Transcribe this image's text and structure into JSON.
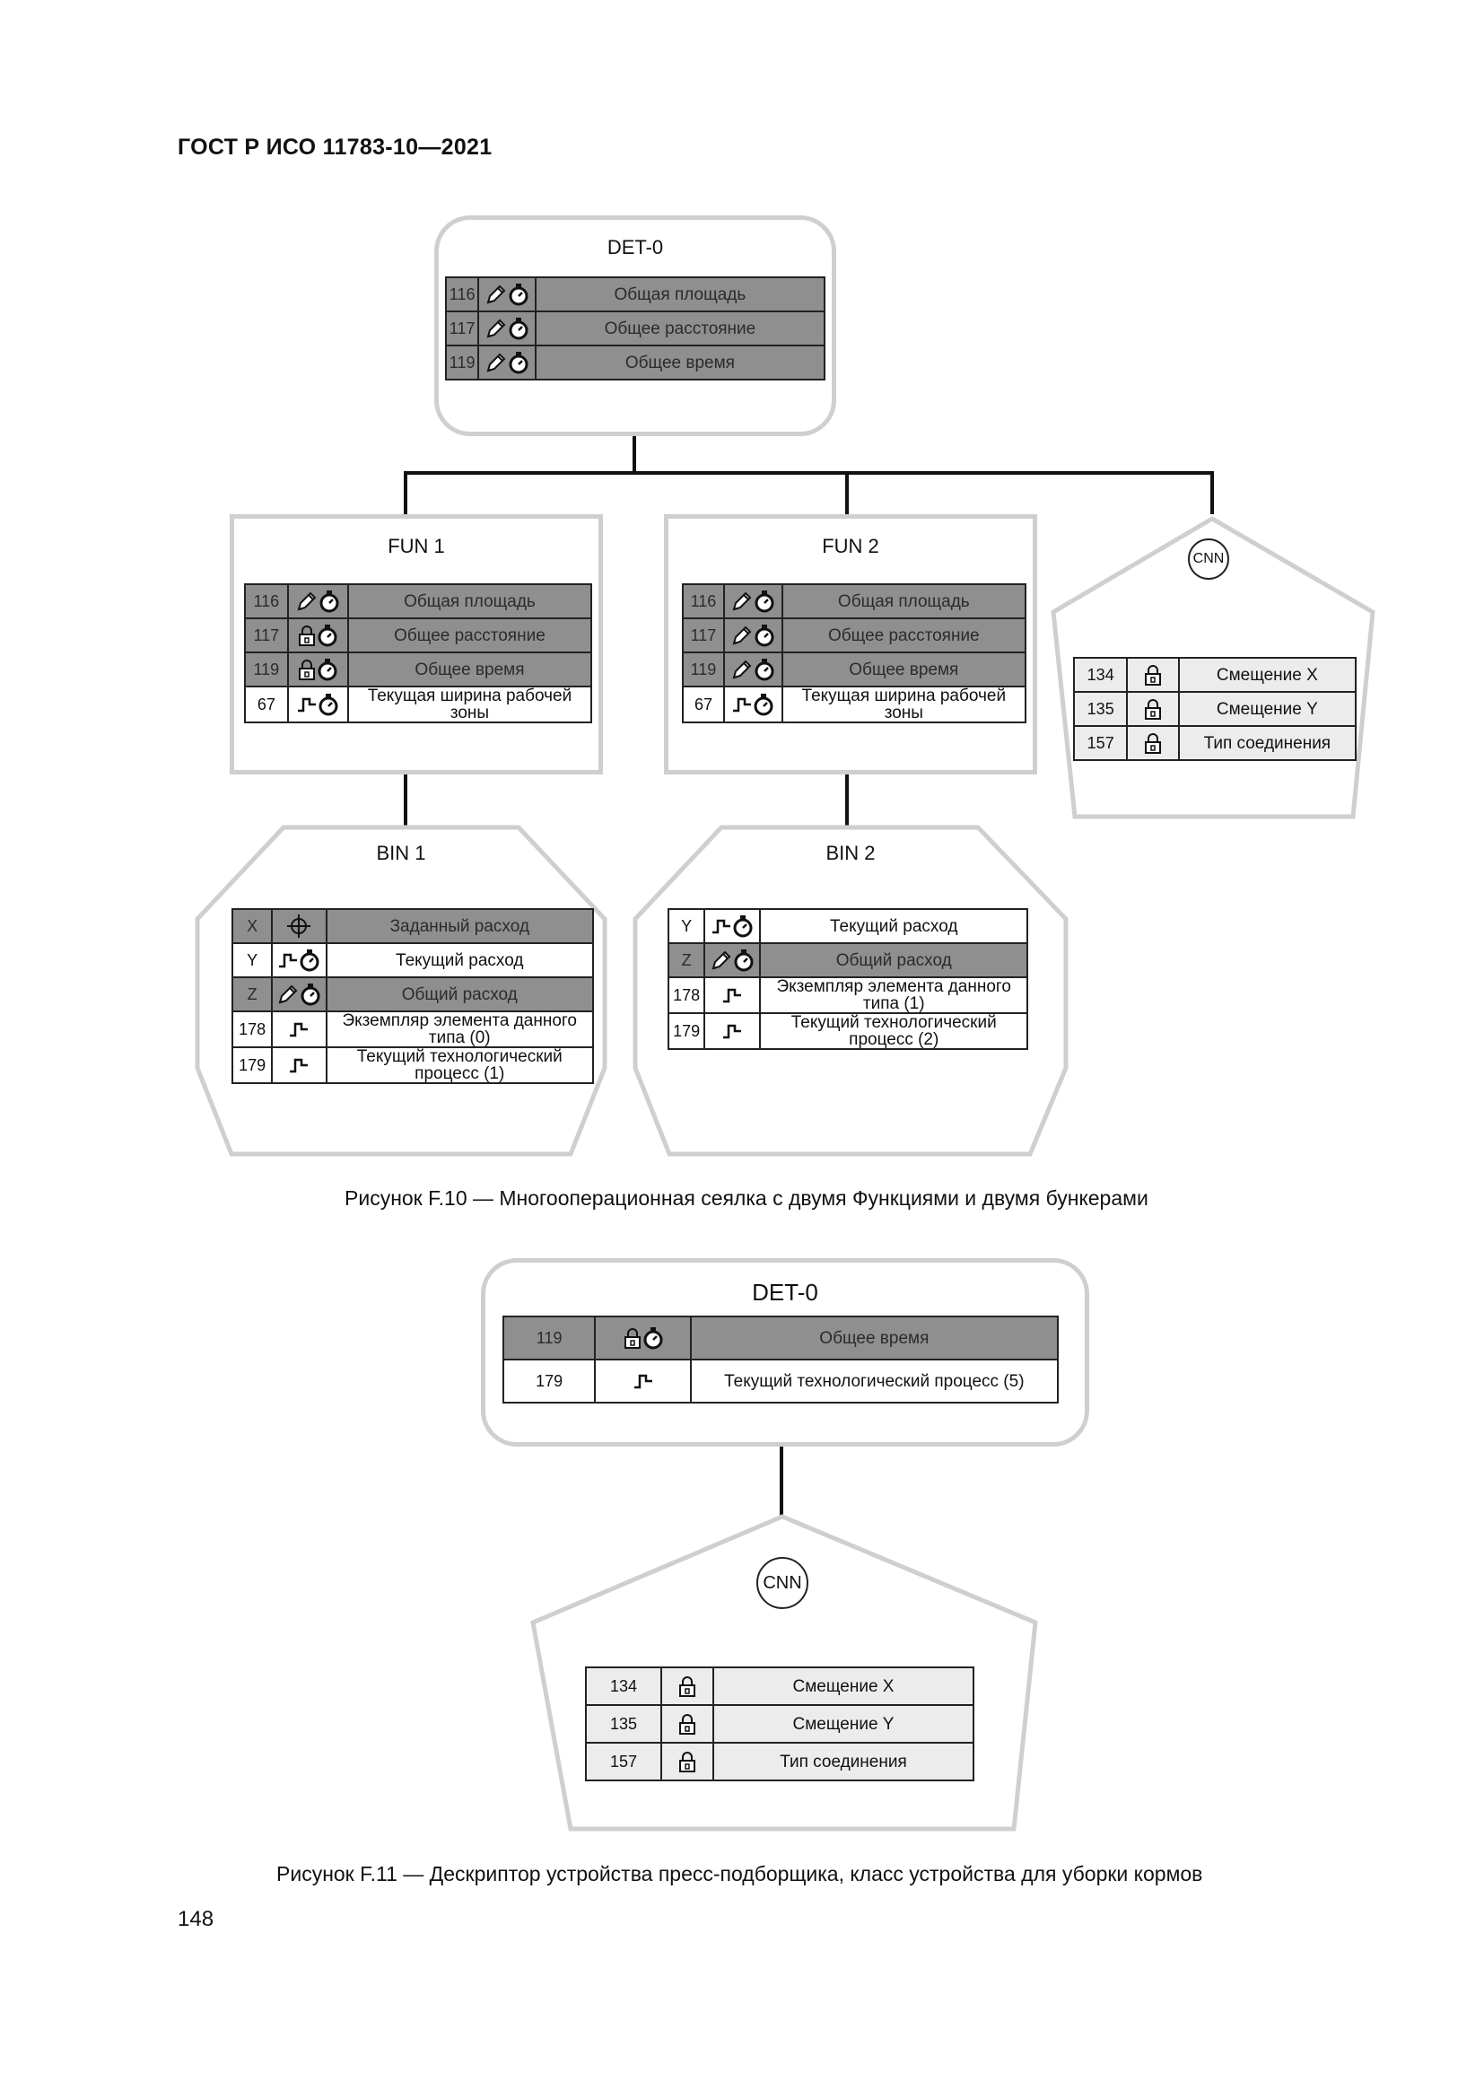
{
  "header": "ГОСТ Р ИСО 11783-10—2021",
  "page_number": "148",
  "figure10": {
    "caption": "Рисунок F.10 — Многооперационная сеялка с двумя Функциями и двумя бункерами",
    "det": {
      "title": "DET-0",
      "rows": [
        {
          "id": "116",
          "icons": [
            "pencil-icon",
            "stopwatch-icon"
          ],
          "label": "Общая площадь"
        },
        {
          "id": "117",
          "icons": [
            "pencil-icon",
            "stopwatch-icon"
          ],
          "label": "Общее расстояние"
        },
        {
          "id": "119",
          "icons": [
            "pencil-icon",
            "stopwatch-icon"
          ],
          "label": "Общее время"
        }
      ]
    },
    "fun1": {
      "title": "FUN 1",
      "rows": [
        {
          "id": "116",
          "icons": [
            "pencil-icon",
            "stopwatch-icon"
          ],
          "label": "Общая площадь"
        },
        {
          "id": "117",
          "icons": [
            "lock-icon",
            "stopwatch-icon"
          ],
          "label": "Общее расстояние"
        },
        {
          "id": "119",
          "icons": [
            "lock-icon",
            "stopwatch-icon"
          ],
          "label": "Общее время"
        },
        {
          "id": "67",
          "icons": [
            "step-signal-icon",
            "stopwatch-icon"
          ],
          "label": "Текущая ширина рабочей зоны"
        }
      ]
    },
    "fun2": {
      "title": "FUN 2",
      "rows": [
        {
          "id": "116",
          "icons": [
            "pencil-icon",
            "stopwatch-icon"
          ],
          "label": "Общая площадь"
        },
        {
          "id": "117",
          "icons": [
            "pencil-icon",
            "stopwatch-icon"
          ],
          "label": "Общее расстояние"
        },
        {
          "id": "119",
          "icons": [
            "pencil-icon",
            "stopwatch-icon"
          ],
          "label": "Общее время"
        },
        {
          "id": "67",
          "icons": [
            "step-signal-icon",
            "stopwatch-icon"
          ],
          "label": "Текущая ширина рабочей зоны"
        }
      ]
    },
    "cnn": {
      "title": "CNN",
      "rows": [
        {
          "id": "134",
          "icons": [
            "lock-icon"
          ],
          "label": "Смещение X"
        },
        {
          "id": "135",
          "icons": [
            "lock-icon"
          ],
          "label": "Смещение Y"
        },
        {
          "id": "157",
          "icons": [
            "lock-icon"
          ],
          "label": "Тип соединения"
        }
      ]
    },
    "bin1": {
      "title": "BIN 1",
      "rows": [
        {
          "id": "X",
          "icons": [
            "crosshair-icon"
          ],
          "label": "Заданный расход"
        },
        {
          "id": "Y",
          "icons": [
            "step-signal-icon",
            "stopwatch-icon"
          ],
          "label": "Текущий расход"
        },
        {
          "id": "Z",
          "icons": [
            "pencil-icon",
            "stopwatch-icon"
          ],
          "label": "Общий расход"
        },
        {
          "id": "178",
          "icons": [
            "step-signal-icon"
          ],
          "label": "Экземпляр элемента данного типа (0)"
        },
        {
          "id": "179",
          "icons": [
            "step-signal-icon"
          ],
          "label": "Текущий технологический процесс (1)"
        }
      ]
    },
    "bin2": {
      "title": "BIN 2",
      "rows": [
        {
          "id": "Y",
          "icons": [
            "step-signal-icon",
            "stopwatch-icon"
          ],
          "label": "Текущий расход"
        },
        {
          "id": "Z",
          "icons": [
            "pencil-icon",
            "stopwatch-icon"
          ],
          "label": "Общий расход"
        },
        {
          "id": "178",
          "icons": [
            "step-signal-icon"
          ],
          "label": "Экземпляр элемента данного типа (1)"
        },
        {
          "id": "179",
          "icons": [
            "step-signal-icon"
          ],
          "label": "Текущий технологический процесс (2)"
        }
      ]
    }
  },
  "figure11": {
    "caption": "Рисунок F.11 — Дескриптор устройства пресс-подборщика, класс устройства для уборки кормов",
    "det": {
      "title": "DET-0",
      "rows": [
        {
          "id": "119",
          "icons": [
            "lock-icon",
            "stopwatch-icon"
          ],
          "label": "Общее время"
        },
        {
          "id": "179",
          "icons": [
            "step-signal-icon"
          ],
          "label": "Текущий технологический процесс (5)"
        }
      ]
    },
    "cnn": {
      "title": "CNN",
      "rows": [
        {
          "id": "134",
          "icons": [
            "lock-icon"
          ],
          "label": "Смещение X"
        },
        {
          "id": "135",
          "icons": [
            "lock-icon"
          ],
          "label": "Смещение Y"
        },
        {
          "id": "157",
          "icons": [
            "lock-icon"
          ],
          "label": "Тип соединения"
        }
      ]
    }
  }
}
